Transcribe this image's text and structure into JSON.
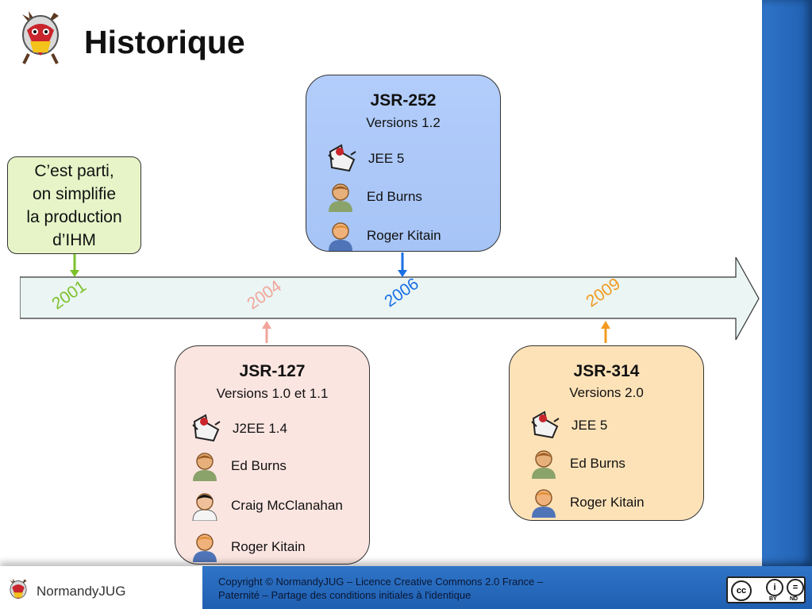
{
  "slide": {
    "title": "Historique",
    "callout": {
      "lines": [
        "C’est parti,",
        "on simplifie",
        "la production",
        "d’IHM"
      ]
    },
    "timeline": {
      "years": [
        "2001",
        "2004",
        "2006",
        "2009"
      ]
    },
    "jsr_boxes": [
      {
        "id": "jsr-252",
        "title": "JSR-252",
        "subtitle": "Versions 1.2",
        "items": [
          {
            "icon": "duke-icon",
            "label": "JEE 5"
          },
          {
            "icon": "person-icon",
            "label": "Ed Burns"
          },
          {
            "icon": "person-icon",
            "label": "Roger Kitain"
          }
        ]
      },
      {
        "id": "jsr-127",
        "title": "JSR-127",
        "subtitle": "Versions 1.0 et 1.1",
        "items": [
          {
            "icon": "duke-icon",
            "label": "J2EE 1.4"
          },
          {
            "icon": "person-icon",
            "label": "Ed Burns"
          },
          {
            "icon": "person-icon",
            "label": "Craig McClanahan"
          },
          {
            "icon": "person-icon",
            "label": "Roger Kitain"
          }
        ]
      },
      {
        "id": "jsr-314",
        "title": "JSR-314",
        "subtitle": "Versions 2.0",
        "items": [
          {
            "icon": "duke-icon",
            "label": "JEE 5"
          },
          {
            "icon": "person-icon",
            "label": "Ed Burns"
          },
          {
            "icon": "person-icon",
            "label": "Roger Kitain"
          }
        ]
      }
    ]
  },
  "footer": {
    "brand": "NormandyJUG",
    "copyright_line1": "Copyright © NormandyJUG – Licence Creative Commons 2.0 France –",
    "copyright_line2": "Paternité – Partage des conditions initiales à l'identique",
    "cc": {
      "main": "cc",
      "by": "BY",
      "nd": "ND"
    }
  },
  "colors": {
    "accent_blue": "#2f74c8",
    "year_2001": "#7dc22a",
    "year_2004": "#f2a59a",
    "year_2006": "#1a6fe6",
    "year_2009": "#f29a1e"
  }
}
